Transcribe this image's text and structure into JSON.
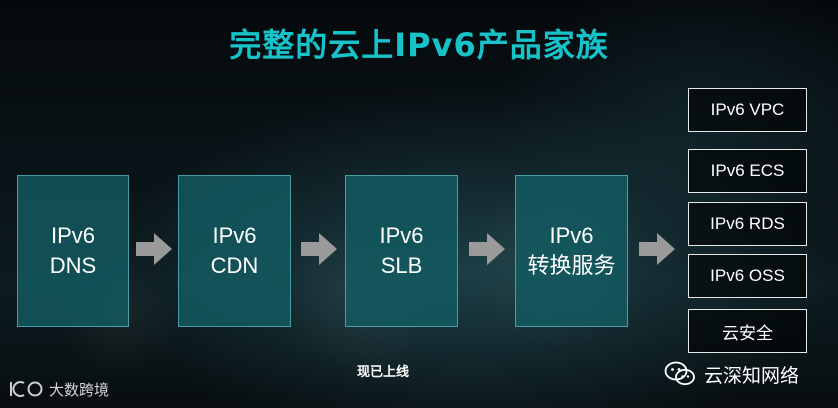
{
  "title": "完整的云上IPv6产品家族",
  "pipeline": [
    {
      "line1": "IPv6",
      "line2": "DNS"
    },
    {
      "line1": "IPv6",
      "line2": "CDN"
    },
    {
      "line1": "IPv6",
      "line2": "SLB"
    },
    {
      "line1": "IPv6",
      "line2": "转换服务"
    }
  ],
  "products": [
    "IPv6 VPC",
    "IPv6 ECS",
    "IPv6 RDS",
    "IPv6 OSS",
    "云安全"
  ],
  "footnote": "现已上线",
  "watermark_left": "大数跨境",
  "watermark_right": "云深知网络",
  "colors": {
    "title": "#17c2c9",
    "box_fill": "#125c62",
    "arrow": "#9a9a9a"
  }
}
